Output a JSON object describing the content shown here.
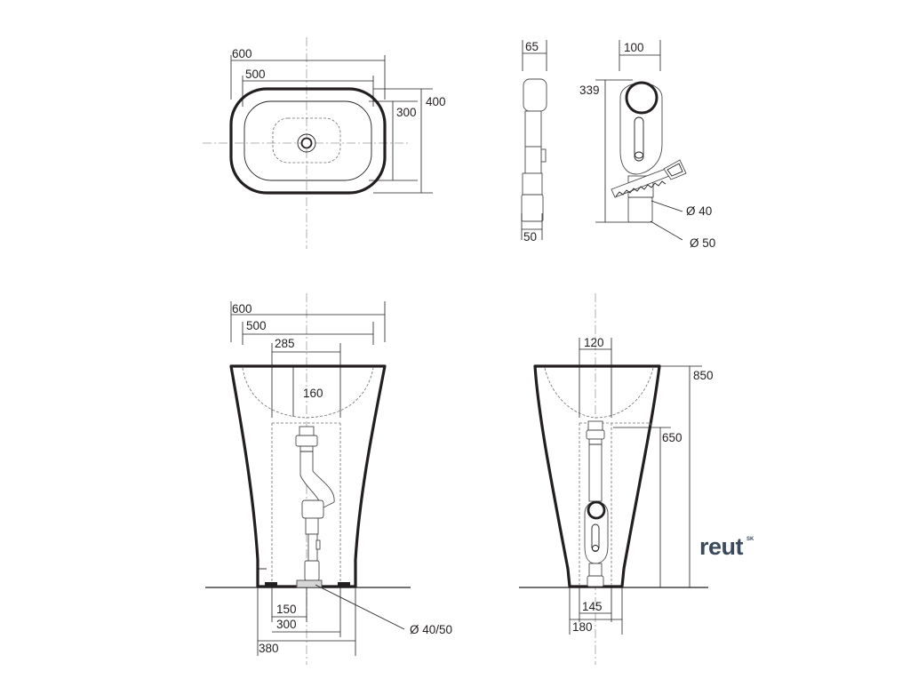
{
  "top_view": {
    "width_outer": "600",
    "width_inner": "500",
    "depth_inner": "300",
    "depth_outer": "400"
  },
  "side_siphon": {
    "top": "65",
    "bottom": "50"
  },
  "wall_connector": {
    "width": "100",
    "height": "339",
    "dia_small": "Ø 40",
    "dia_large": "Ø 50"
  },
  "front_view": {
    "width_outer": "600",
    "width_inner": "500",
    "bowl_width": "285",
    "bowl_depth": "160",
    "base_150": "150",
    "base_300": "300",
    "base_380": "380",
    "drain_dia": "Ø 40/50"
  },
  "side_view": {
    "top_width": "120",
    "height_total": "850",
    "height_inner": "650",
    "base_145": "145",
    "base_180": "180"
  },
  "brand": {
    "name": "reut",
    "suffix": "SK",
    "color": "#3b4a5a"
  }
}
